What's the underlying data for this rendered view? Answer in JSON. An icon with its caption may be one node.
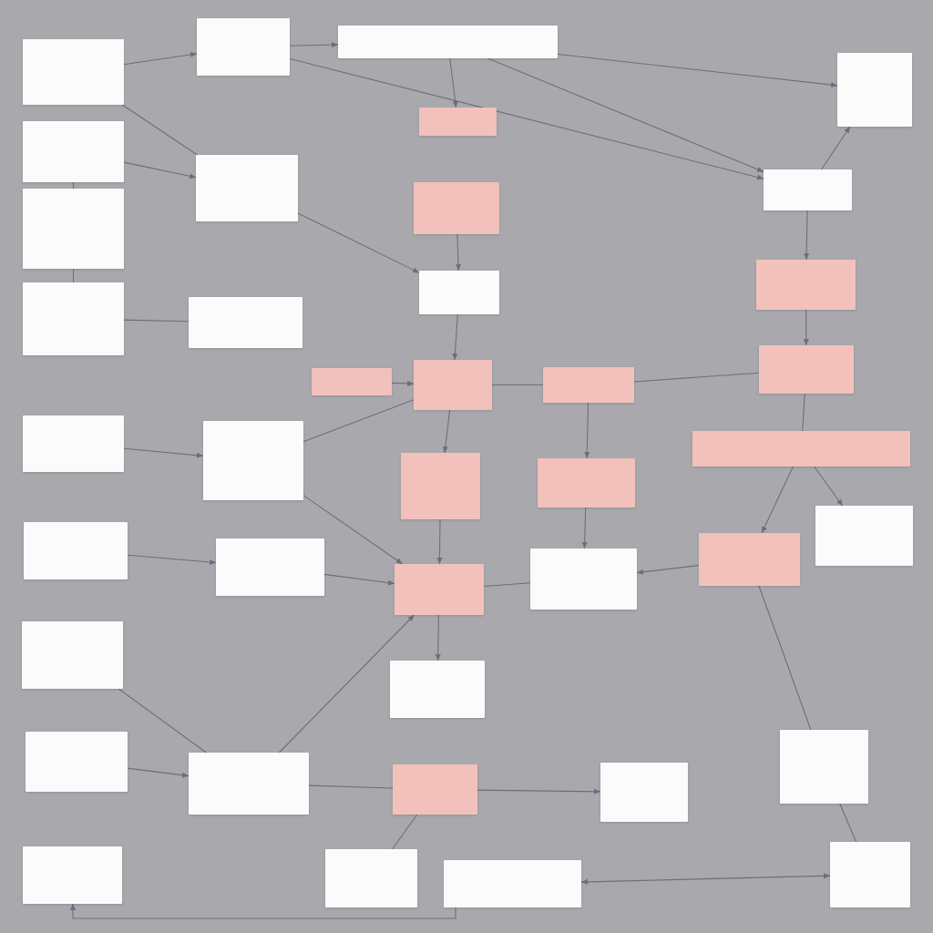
{
  "diagram": {
    "nodes": [
      {
        "text": [],
        "shape": "box"
      },
      {
        "text": [],
        "shape": "box"
      },
      {
        "text": [],
        "shape": "box"
      },
      {
        "text": [],
        "shape": "box"
      },
      {
        "text": [],
        "shape": "box"
      },
      {
        "text": [],
        "shape": "box"
      },
      {
        "text": [],
        "shape": "box"
      },
      {
        "text": [],
        "shape": "box"
      },
      {
        "text": [],
        "shape": "box"
      },
      {
        "text": [],
        "shape": "box"
      },
      {
        "text": [],
        "shape": "box"
      },
      {
        "text": [],
        "shape": "box"
      },
      {
        "text": [],
        "shape": "box"
      },
      {
        "text": [],
        "shape": "box"
      },
      {
        "text": [],
        "shape": "box"
      },
      {
        "text": [],
        "shape": "box"
      },
      {
        "text": [],
        "shape": "box"
      },
      {
        "text": [],
        "shape": "box"
      },
      {
        "text": [],
        "shape": "box"
      },
      {
        "text": [],
        "shape": "box"
      },
      {
        "text": [],
        "shape": "box"
      },
      {
        "text": [],
        "shape": "box"
      },
      {
        "text": [],
        "shape": "box"
      },
      {
        "text": [],
        "shape": "box"
      },
      {
        "text": [],
        "shape": "box"
      },
      {
        "text": [],
        "shape": "box"
      },
      {
        "text": [],
        "shape": "box"
      },
      {
        "text": [],
        "shape": "box"
      },
      {
        "text": [],
        "shape": "box"
      },
      {
        "text": [],
        "shape": "box"
      },
      {
        "text": [],
        "shape": "box"
      },
      {
        "text": [],
        "shape": "box"
      },
      {
        "text": [],
        "shape": "box"
      },
      {
        "text": [],
        "shape": "box"
      },
      {
        "text": [],
        "shape": "box"
      },
      {
        "text": [],
        "shape": "box"
      },
      {
        "text": [],
        "shape": "box"
      },
      {
        "text": [],
        "shape": "box"
      },
      {
        "text": [],
        "shape": "box"
      },
      {
        "text": [],
        "shape": "box"
      }
    ],
    "edges": [
      {
        "from": 0,
        "to": 1,
        "arrow": "to"
      },
      {
        "from": 1,
        "to": 2,
        "arrow": "to"
      },
      {
        "from": 2,
        "to": 4,
        "arrow": "to"
      },
      {
        "from": 2,
        "to": 3,
        "arrow": "to"
      },
      {
        "from": 2,
        "to": 7,
        "arrow": "to"
      },
      {
        "from": 7,
        "to": 3,
        "arrow": "to"
      },
      {
        "from": 0,
        "to": 6,
        "arrow": "none"
      },
      {
        "from": 5,
        "to": 6,
        "arrow": "to"
      },
      {
        "from": 1,
        "to": 7,
        "arrow": "to"
      },
      {
        "from": 6,
        "to": 10,
        "arrow": "to"
      },
      {
        "from": 7,
        "to": 11,
        "arrow": "to"
      },
      {
        "from": 11,
        "to": 17,
        "arrow": "to"
      },
      {
        "from": 9,
        "to": 10,
        "arrow": "to"
      },
      {
        "from": 10,
        "to": 15,
        "arrow": "to"
      },
      {
        "from": 12,
        "to": 13,
        "arrow": "none"
      },
      {
        "from": 8,
        "to": 12,
        "arrow": "none"
      },
      {
        "from": 5,
        "to": 8,
        "arrow": "none"
      },
      {
        "from": 14,
        "to": 15,
        "arrow": "to"
      },
      {
        "from": 15,
        "to": 16,
        "arrow": "none"
      },
      {
        "from": 16,
        "to": 17,
        "arrow": "none"
      },
      {
        "from": 16,
        "to": 21,
        "arrow": "to"
      },
      {
        "from": 15,
        "to": 20,
        "arrow": "to"
      },
      {
        "from": 17,
        "to": 22,
        "arrow": "none"
      },
      {
        "from": 22,
        "to": 26,
        "arrow": "to"
      },
      {
        "from": 22,
        "to": 27,
        "arrow": "to"
      },
      {
        "from": 21,
        "to": 25,
        "arrow": "to"
      },
      {
        "from": 26,
        "to": 25,
        "arrow": "to"
      },
      {
        "from": 18,
        "to": 19,
        "arrow": "to"
      },
      {
        "from": 19,
        "to": 15,
        "arrow": "none"
      },
      {
        "from": 19,
        "to": 28,
        "arrow": "to"
      },
      {
        "from": 23,
        "to": 24,
        "arrow": "to"
      },
      {
        "from": 24,
        "to": 28,
        "arrow": "to"
      },
      {
        "from": 20,
        "to": 28,
        "arrow": "to"
      },
      {
        "from": 28,
        "to": 30,
        "arrow": "to"
      },
      {
        "from": 25,
        "to": 28,
        "arrow": "none"
      },
      {
        "from": 29,
        "to": 33,
        "arrow": "none"
      },
      {
        "from": 33,
        "to": 28,
        "arrow": "to"
      },
      {
        "from": 31,
        "to": 33,
        "arrow": "to"
      },
      {
        "from": 33,
        "to": 34,
        "arrow": "none"
      },
      {
        "from": 34,
        "to": 35,
        "arrow": "to"
      },
      {
        "from": 37,
        "to": 34,
        "arrow": "none"
      },
      {
        "from": 38,
        "to": 36,
        "arrow": "to"
      },
      {
        "from": 38,
        "to": 39,
        "arrow": "both"
      },
      {
        "from": 32,
        "to": 39,
        "arrow": "none"
      },
      {
        "from": 26,
        "to": 32,
        "arrow": "none"
      }
    ]
  }
}
